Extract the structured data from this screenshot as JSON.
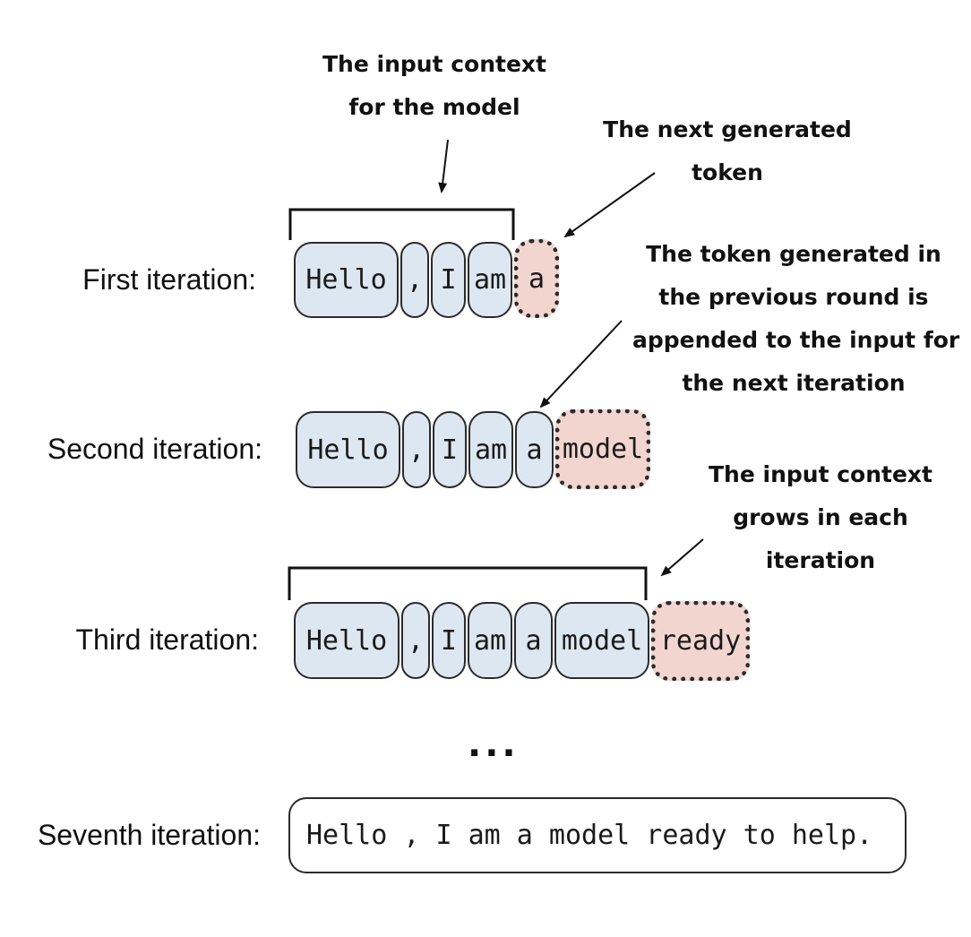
{
  "annotations": {
    "input_context": [
      "The input context",
      "for the model"
    ],
    "next_token": [
      "The next generated",
      "token"
    ],
    "appended": [
      "The token generated in",
      "the previous round is",
      "appended to the input for",
      "the next iteration"
    ],
    "grows": [
      "The input context",
      "grows in each",
      "iteration"
    ]
  },
  "rows": [
    {
      "label": "First iteration:",
      "tokens": [
        "Hello",
        ",",
        "I",
        "am"
      ],
      "generated": "a"
    },
    {
      "label": "Second iteration:",
      "tokens": [
        "Hello",
        ",",
        "I",
        "am",
        "a"
      ],
      "generated": "model"
    },
    {
      "label": "Third iteration:",
      "tokens": [
        "Hello",
        ",",
        "I",
        "am",
        "a",
        "model"
      ],
      "generated": "ready"
    }
  ],
  "ellipsis": "...",
  "final": {
    "label": "Seventh iteration:",
    "text": "Hello , I am a model ready to help."
  },
  "colors": {
    "token_fill": "#dde7f1",
    "generated_fill": "#f2d5cf",
    "stroke": "#2b2b2b"
  }
}
